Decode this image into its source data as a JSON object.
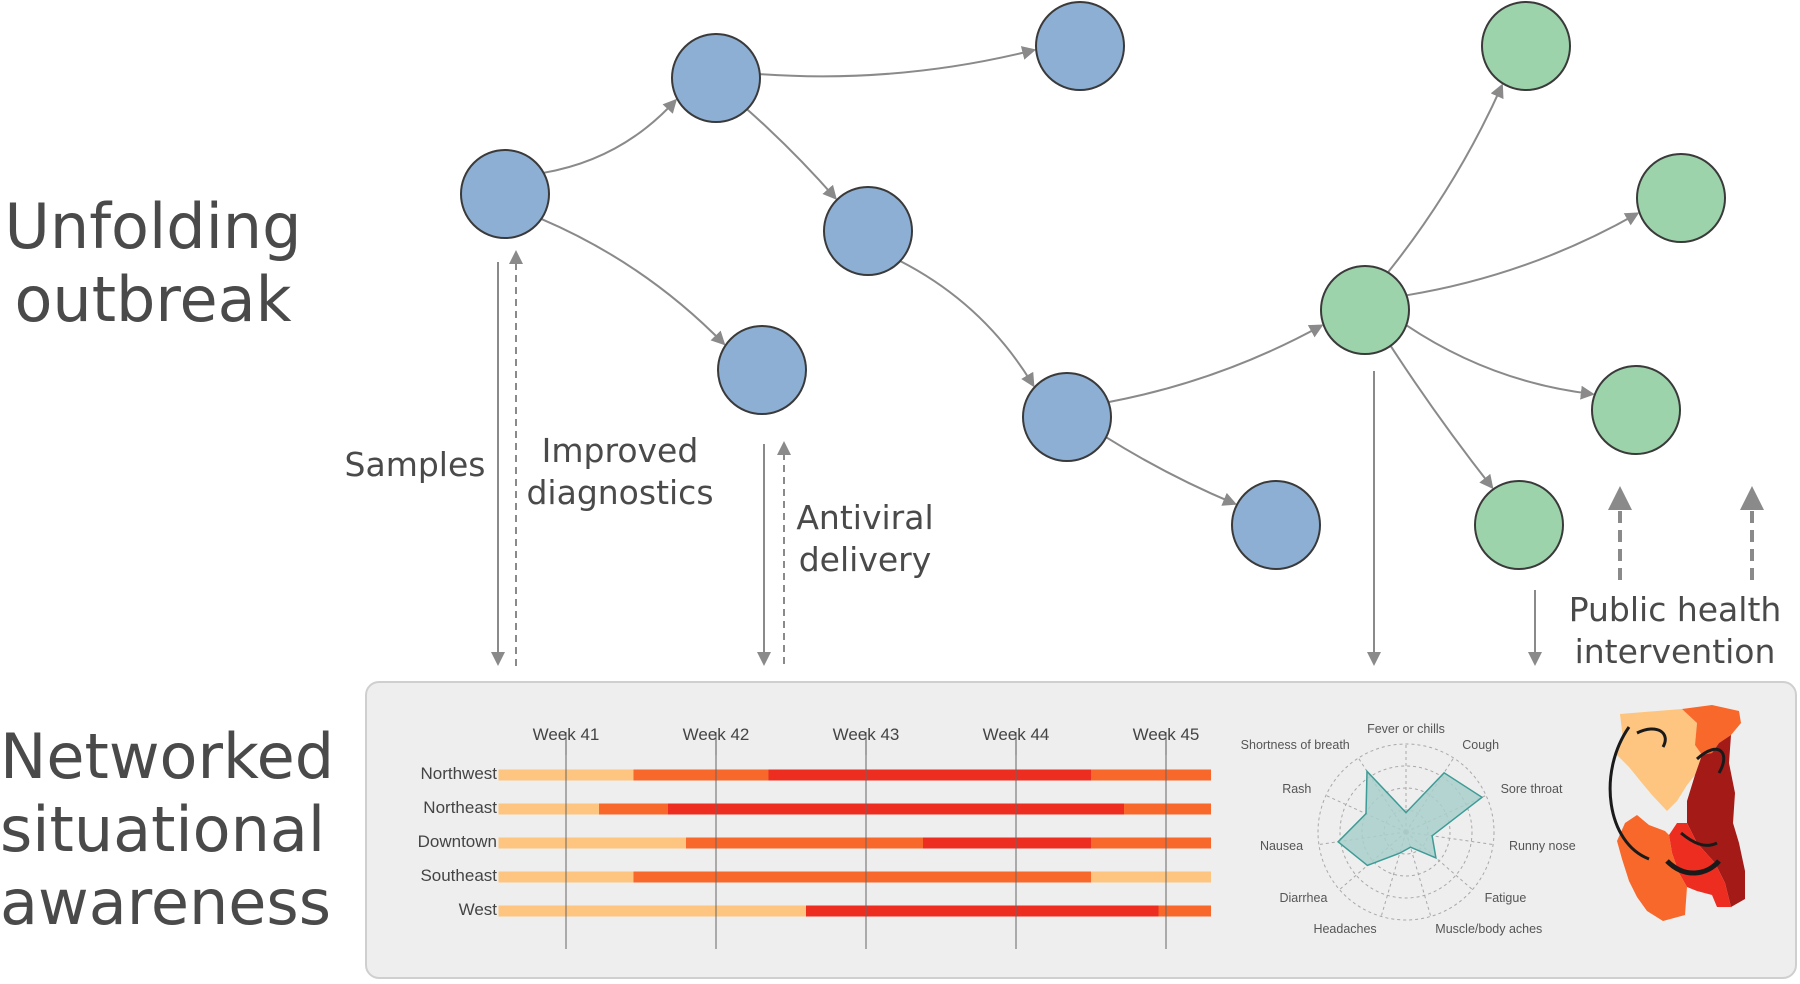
{
  "labels": {
    "top_left": [
      "Unfolding",
      "outbreak"
    ],
    "bottom_left": [
      "Networked",
      "situational",
      "awareness"
    ],
    "samples": "Samples",
    "diagnostics": [
      "Improved",
      "diagnostics"
    ],
    "antiviral": [
      "Antiviral",
      "delivery"
    ],
    "public_health": [
      "Public health",
      "intervention"
    ]
  },
  "colors": {
    "blue_node": "#8dafd3",
    "green_node": "#9dd3ab",
    "node_stroke": "#3a3a3a",
    "edge": "#8a8a8a",
    "light_orange": "#fdc57f",
    "orange": "#f7682a",
    "red": "#ee2d21",
    "dark_red": "#a31a17",
    "radar_fill": "#a9cfcb",
    "radar_stroke": "#3f9b96"
  },
  "network": {
    "nodes": [
      {
        "id": "b1",
        "group": "blue"
      },
      {
        "id": "b2",
        "group": "blue"
      },
      {
        "id": "b3",
        "group": "blue"
      },
      {
        "id": "b4",
        "group": "blue"
      },
      {
        "id": "b5",
        "group": "blue"
      },
      {
        "id": "b6",
        "group": "blue"
      },
      {
        "id": "b7",
        "group": "blue"
      },
      {
        "id": "g1",
        "group": "green"
      },
      {
        "id": "g2",
        "group": "green"
      },
      {
        "id": "g3",
        "group": "green"
      },
      {
        "id": "g4",
        "group": "green"
      },
      {
        "id": "g5",
        "group": "green"
      }
    ],
    "edges": [
      [
        "b1",
        "b2"
      ],
      [
        "b1",
        "b3"
      ],
      [
        "b2",
        "b4"
      ],
      [
        "b2",
        "b5"
      ],
      [
        "b5",
        "b6"
      ],
      [
        "b6",
        "b7"
      ],
      [
        "b6",
        "g1"
      ],
      [
        "g1",
        "g2"
      ],
      [
        "g1",
        "g3"
      ],
      [
        "g1",
        "g4"
      ],
      [
        "g1",
        "g5"
      ]
    ]
  },
  "timeline": {
    "weeks": [
      "Week 41",
      "Week 42",
      "Week 43",
      "Week 44",
      "Week 45"
    ],
    "regions": [
      {
        "name": "Northwest",
        "segments": [
          {
            "start": 40.55,
            "end": 41.45,
            "level": "light_orange"
          },
          {
            "start": 41.45,
            "end": 42.35,
            "level": "orange"
          },
          {
            "start": 42.35,
            "end": 44.5,
            "level": "red"
          },
          {
            "start": 44.5,
            "end": 45.3,
            "level": "orange"
          }
        ]
      },
      {
        "name": "Northeast",
        "segments": [
          {
            "start": 40.55,
            "end": 41.22,
            "level": "light_orange"
          },
          {
            "start": 41.22,
            "end": 41.68,
            "level": "orange"
          },
          {
            "start": 41.68,
            "end": 44.72,
            "level": "red"
          },
          {
            "start": 44.72,
            "end": 45.3,
            "level": "orange"
          }
        ]
      },
      {
        "name": "Downtown",
        "segments": [
          {
            "start": 40.55,
            "end": 41.8,
            "level": "light_orange"
          },
          {
            "start": 41.8,
            "end": 43.38,
            "level": "orange"
          },
          {
            "start": 43.38,
            "end": 44.5,
            "level": "red"
          },
          {
            "start": 44.5,
            "end": 45.3,
            "level": "orange"
          }
        ]
      },
      {
        "name": "Southeast",
        "segments": [
          {
            "start": 40.55,
            "end": 41.45,
            "level": "light_orange"
          },
          {
            "start": 41.45,
            "end": 44.5,
            "level": "orange"
          },
          {
            "start": 44.5,
            "end": 45.3,
            "level": "light_orange"
          }
        ]
      },
      {
        "name": "West",
        "segments": [
          {
            "start": 40.55,
            "end": 42.6,
            "level": "light_orange"
          },
          {
            "start": 42.6,
            "end": 44.95,
            "level": "red"
          },
          {
            "start": 44.95,
            "end": 45.3,
            "level": "orange"
          }
        ]
      }
    ]
  },
  "radar": {
    "axes": [
      "Fever or chills",
      "Cough",
      "Sore throat",
      "Runny nose",
      "Fatigue",
      "Muscle/body aches",
      "Headaches",
      "Diarrhea",
      "Nausea",
      "Rash",
      "Shortness of breath"
    ],
    "values": [
      0.22,
      0.8,
      0.95,
      0.3,
      0.45,
      0.18,
      0.25,
      0.58,
      0.78,
      0.5,
      0.82
    ]
  }
}
